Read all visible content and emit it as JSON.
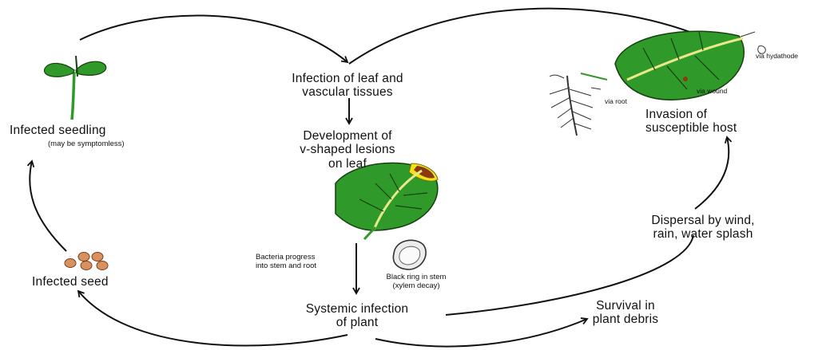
{
  "labels": {
    "infected_seedling": "Infected seedling",
    "may_be_symptomless": "(may be symptomless)",
    "infected_seed": "Infected seed",
    "infection_leaf_line1": "Infection of leaf and",
    "infection_leaf_line2": "vascular tissues",
    "development_line1": "Development of",
    "development_line2": "v-shaped lesions",
    "development_line3": "on leaf",
    "bacteria_line1": "Bacteria progress",
    "bacteria_line2": "into stem and root",
    "black_ring_line1": "Black ring in stem",
    "black_ring_line2": "(xylem decay)",
    "systemic_line1": "Systemic infection",
    "systemic_line2": "of plant",
    "survival_line1": "Survival in",
    "survival_line2": "plant debris",
    "dispersal_line1": "Dispersal by wind,",
    "dispersal_line2": "rain, water splash",
    "invasion_line1": "Invasion of",
    "invasion_line2": "susceptible host",
    "via_hydathode": "via hydathode",
    "via_wound": "via wound",
    "via_root": "via root"
  },
  "colors": {
    "leaf_green": "#2f9a2a",
    "leaf_vein": "#16400f",
    "lesion_brown": "#8a3a10",
    "lesion_yellow": "#f2e21a",
    "seed_tan": "#d9925f",
    "arrow_black": "#111111"
  }
}
